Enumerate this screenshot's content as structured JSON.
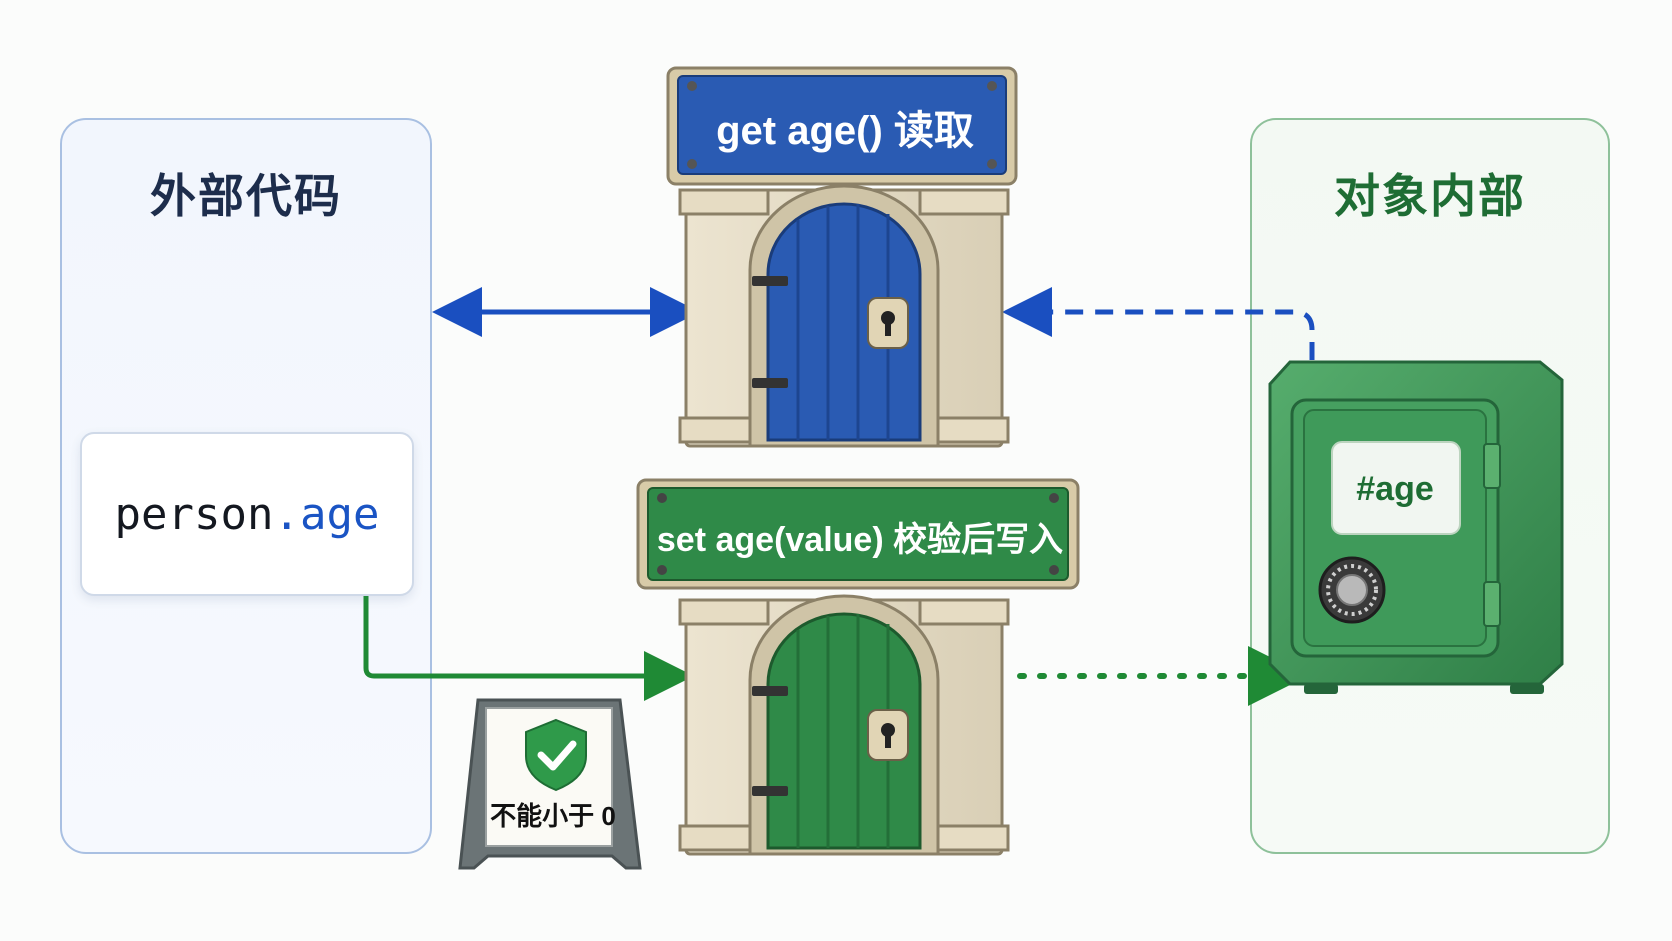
{
  "left_panel": {
    "title": "外部代码"
  },
  "right_panel": {
    "title": "对象内部"
  },
  "code": {
    "object": "person",
    "property": ".age"
  },
  "getter": {
    "label": "get age() 读取",
    "color": "#2a5bb3"
  },
  "setter": {
    "label": "set age(value) 校验后写入",
    "color": "#2f8a48"
  },
  "safe": {
    "label": "#age",
    "color": "#3f9a5a"
  },
  "rule_sign": {
    "label": "不能小于 0"
  },
  "arrow_colors": {
    "read": "#1a4fc0",
    "write": "#1f8a35"
  },
  "icons": [
    "shield-check-icon",
    "keyhole-icon",
    "dial-icon"
  ]
}
